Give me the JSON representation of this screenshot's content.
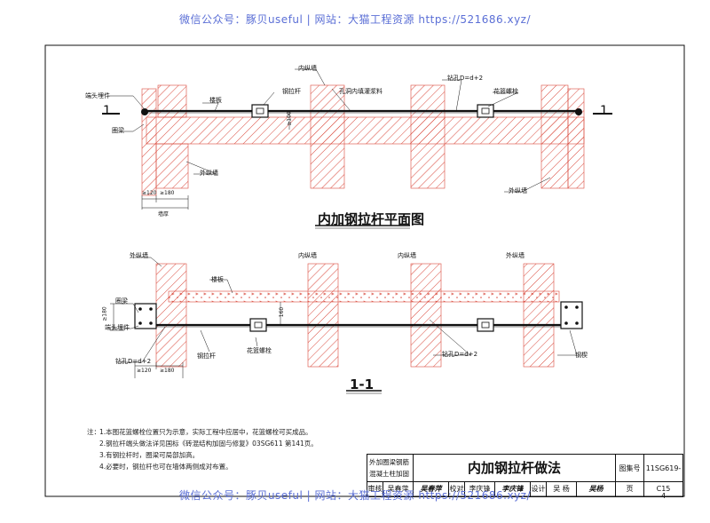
{
  "watermark": "微信公众号：豚贝useful | 网站：大猫工程资源 https://521686.xyz/",
  "plan": {
    "title": "内加钢拉杆平面图",
    "section_mark": "1",
    "labels": {
      "end_plate": "端头埋件",
      "stair_board": "楼板",
      "ring_beam": "圈梁",
      "outer_wall": "外纵墙",
      "inner_wall": "内纵墙",
      "steel_rod": "钢拉杆",
      "hole_fill": "孔洞内填灌浆料",
      "drill_hole": "钻孔D=d+2",
      "turnbuckle": "花篮螺栓",
      "outer_wall2": "外纵墙",
      "dim_100": "≥100",
      "dim_120": "≥120",
      "dim_180": "≥180",
      "wall_thick": "墙厚"
    }
  },
  "section": {
    "title": "1-1",
    "labels": {
      "outer_wall_l": "外纵墙",
      "inner_wall_1": "内纵墙",
      "inner_wall_2": "内纵墙",
      "outer_wall_r": "外纵墙",
      "slab": "楼板",
      "ring_beam": "圈梁",
      "end_plate": "端头埋件",
      "steel_rod": "钢拉杆",
      "turnbuckle": "花篮螺栓",
      "drill_hole_l": "钻孔D=d+2",
      "drill_hole_r": "钻孔D=d+2",
      "steel_angle": "钢楔",
      "dim_180": "≥180",
      "dim_160": "160",
      "dim_120": "≥120",
      "dim_180b": "≥180"
    }
  },
  "notes": {
    "label": "注：",
    "items": [
      "1.本图花篮螺栓位置只为示意，实际工程中应居中，花篮螺栓可买成品。",
      "2.钢拉杆端头做法详见国标《砖混结构加固与修复》03SG611 第141页。",
      "3.有钢拉杆时，圈梁可局部加高。",
      "4.必要时，钢拉杆也可在墙体两侧成对布置。"
    ]
  },
  "title_block": {
    "category": "外加圈梁钢筋混凝土柱加固",
    "drawing_title": "内加钢拉杆做法",
    "atlas_label": "图集号",
    "atlas_no": "11SG619-4",
    "review_label": "审核",
    "review_name": "吴春萍",
    "check_label": "校对",
    "check_name": "李庆锋",
    "design_label": "设计",
    "design_name": "吴 杨",
    "page_label": "页",
    "page_no": "C15"
  },
  "colors": {
    "hatch_red": "#d9483b",
    "line": "#111111",
    "watermark": "#5b6fd6"
  }
}
